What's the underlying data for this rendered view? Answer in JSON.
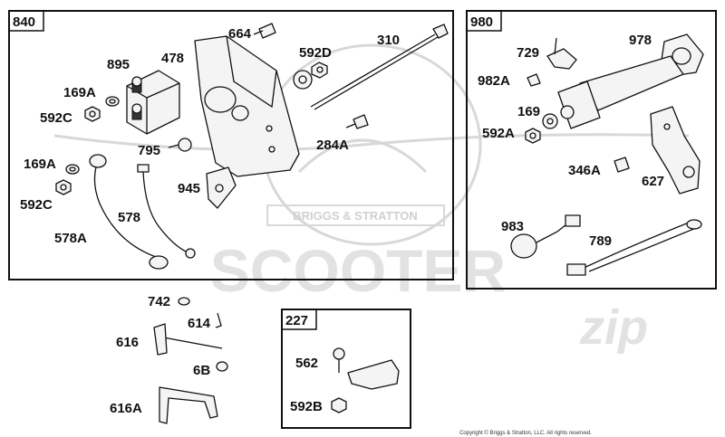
{
  "groups": {
    "g840": "840",
    "g980": "980",
    "g227": "227"
  },
  "labels": {
    "l664": "664",
    "l592D": "592D",
    "l310": "310",
    "l895": "895",
    "l478": "478",
    "l169A_1": "169A",
    "l592C_1": "592C",
    "l795": "795",
    "l284A": "284A",
    "l169A_2": "169A",
    "l592C_2": "592C",
    "l945": "945",
    "l578": "578",
    "l578A": "578A",
    "l729": "729",
    "l978": "978",
    "l982A": "982A",
    "l169": "169",
    "l592A": "592A",
    "l346A": "346A",
    "l627": "627",
    "l983": "983",
    "l789": "789",
    "l742": "742",
    "l614": "614",
    "l616": "616",
    "l6B": "6B",
    "l616A": "616A",
    "l562": "562",
    "l592B": "592B"
  },
  "watermark": {
    "brand": "BRIGGS & STRATTON",
    "word": "SCOOTER",
    "sub": "zip"
  },
  "copyright": "Copyright © Briggs & Stratton, LLC. All rights reserved."
}
